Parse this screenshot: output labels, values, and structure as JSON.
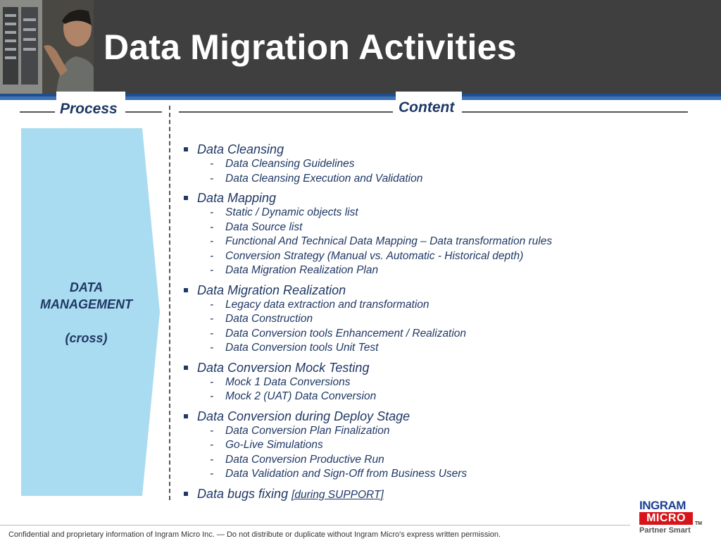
{
  "header": {
    "title": "Data Migration Activities"
  },
  "columns": {
    "process_label": "Process",
    "content_label": "Content"
  },
  "process": {
    "line1": "DATA",
    "line2": "MANAGEMENT",
    "line3": "(cross)"
  },
  "content": {
    "groups": [
      {
        "title": "Data Cleansing",
        "items": [
          "Data Cleansing Guidelines",
          "Data Cleansing Execution and Validation"
        ]
      },
      {
        "title": "Data Mapping",
        "items": [
          "Static / Dynamic objects list",
          "Data Source list",
          "Functional And Technical Data Mapping – Data transformation rules",
          "Conversion Strategy (Manual vs. Automatic - Historical depth)",
          "Data Migration Realization Plan"
        ]
      },
      {
        "title": "Data Migration Realization",
        "items": [
          "Legacy data extraction and transformation",
          "Data Construction",
          "Data Conversion tools Enhancement / Realization",
          "Data Conversion tools Unit Test"
        ]
      },
      {
        "title": "Data Conversion Mock Testing",
        "items": [
          "Mock 1 Data Conversions",
          "Mock 2 (UAT) Data Conversion"
        ]
      },
      {
        "title": "Data Conversion during Deploy Stage",
        "items": [
          "Data Conversion Plan Finalization",
          "Go-Live Simulations",
          "Data Conversion Productive Run",
          "Data Validation and Sign-Off from Business Users"
        ]
      }
    ],
    "last_item": {
      "title": "Data bugs fixing",
      "note": "[during SUPPORT]"
    }
  },
  "logo": {
    "line1": "INGRAM",
    "line2": "MICRO",
    "line3": "Partner Smart",
    "tm": "TM"
  },
  "footer": {
    "text": "Confidential and proprietary information of Ingram Micro Inc. — Do not distribute or duplicate without Ingram Micro's express written permission."
  },
  "colors": {
    "header_bg": "#3f3f3f",
    "band_blue": "#3e73b8",
    "chevron_fill": "#a9dcf0",
    "text_navy": "#1f3864",
    "logo_red": "#d7141a",
    "logo_blue": "#1c3f94"
  }
}
